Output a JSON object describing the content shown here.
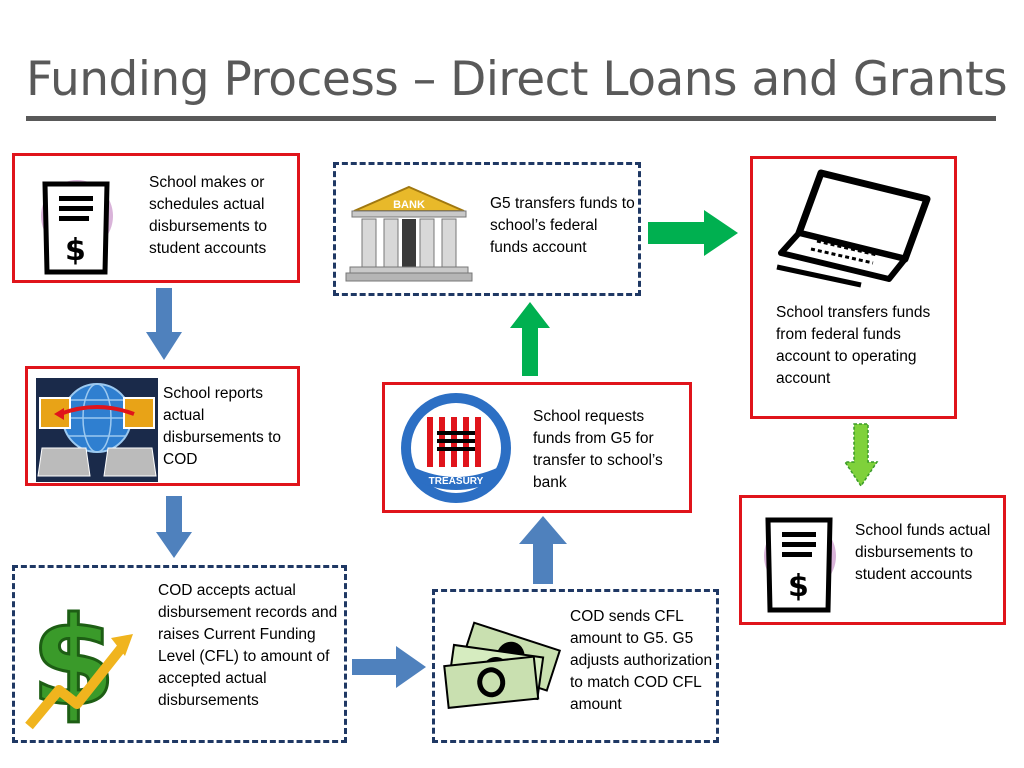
{
  "title": "Funding Process – Direct Loans and Grants",
  "steps": {
    "school_schedules": "School makes or schedules actual disbursements to student accounts",
    "school_reports": "School reports actual disbursements to COD",
    "cod_accepts": "COD accepts actual disbursement records and raises Current Funding Level (CFL) to amount of accepted actual disbursements",
    "cod_sends": "COD sends CFL amount to G5.  G5 adjusts authorization to match COD CFL amount",
    "school_requests": "School requests funds from G5 for transfer to school’s bank",
    "g5_transfers": "G5 transfers funds to school’s federal funds account",
    "school_transfers": "School transfers funds from federal funds account to operating account",
    "school_funds": "School funds actual disbursements to student accounts"
  },
  "icon_labels": {
    "bank": "BANK",
    "treasury": "TREASURY"
  },
  "colors": {
    "red_border": "#e0141b",
    "dashed_border": "#1f3864",
    "blue_arrow": "#4f81bd",
    "green_arrow": "#00b050",
    "title": "#595959"
  },
  "icons": [
    "document-dollar-icon",
    "globe-computers-icon",
    "dollar-growth-icon",
    "money-bills-icon",
    "treasury-seal-icon",
    "bank-icon",
    "laptop-icon",
    "document-dollar-icon"
  ]
}
